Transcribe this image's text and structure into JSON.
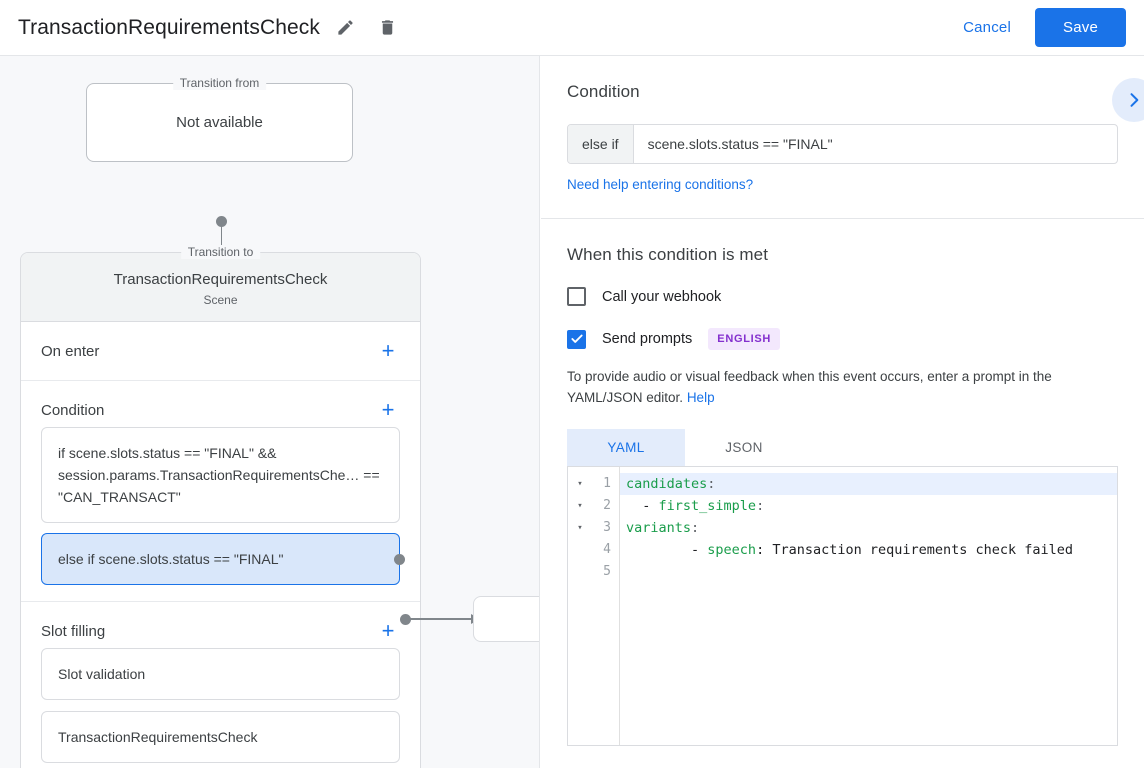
{
  "header": {
    "title": "TransactionRequirementsCheck",
    "edit_icon": "pencil-icon",
    "delete_icon": "trash-icon",
    "cancel_label": "Cancel",
    "save_label": "Save",
    "accent_color": "#1a73e8"
  },
  "canvas": {
    "transition_from": {
      "legend": "Transition from",
      "value": "Not available"
    },
    "transition_to": {
      "legend": "Transition to",
      "name": "TransactionRequirementsCheck",
      "type": "Scene"
    },
    "sections": [
      {
        "title": "On enter",
        "add_label": "+",
        "items": []
      },
      {
        "title": "Condition",
        "add_label": "+",
        "items": [
          {
            "text": "if scene.slots.status == \"FINAL\" && session.params.TransactionRequirementsChe… == \"CAN_TRANSACT\"",
            "selected": false
          },
          {
            "text": "else if scene.slots.status == \"FINAL\"",
            "selected": true
          }
        ]
      },
      {
        "title": "Slot filling",
        "add_label": "+",
        "items": [
          {
            "text": "Slot validation",
            "selected": false
          },
          {
            "text": "TransactionRequirementsCheck",
            "selected": false
          }
        ]
      }
    ]
  },
  "panel": {
    "condition": {
      "heading": "Condition",
      "expand_icon": "chevron-right-icon",
      "prefix": "else if",
      "expression": "scene.slots.status == \"FINAL\"",
      "help_link": "Need help entering conditions?"
    },
    "when_met": {
      "heading": "When this condition is met",
      "webhook": {
        "label": "Call your webhook",
        "checked": false
      },
      "send_prompts": {
        "label": "Send prompts",
        "checked": true,
        "language_badge": "ENGLISH",
        "badge_color": "#8430ce"
      },
      "description_text": "To provide audio or visual feedback when this event occurs, enter a prompt in the YAML/JSON editor.",
      "description_link": "Help",
      "editor_tabs": [
        {
          "label": "YAML",
          "active": true
        },
        {
          "label": "JSON",
          "active": false
        }
      ],
      "editor": {
        "lines": [
          {
            "num": "1",
            "fold": "▾",
            "indent": "",
            "key": "candidates",
            "sep": ":",
            "value": "",
            "highlighted": true
          },
          {
            "num": "2",
            "fold": "▾",
            "indent": "  - ",
            "key": "first_simple",
            "sep": ":",
            "value": "",
            "highlighted": false
          },
          {
            "num": "3",
            "fold": "▾",
            "indent": "      ",
            "key": "variants",
            "sep": ":",
            "value": "",
            "highlighted": false
          },
          {
            "num": "4",
            "fold": "",
            "indent": "        - ",
            "key": "speech",
            "sep": ":",
            "value": " Transaction requirements check failed",
            "highlighted": false
          },
          {
            "num": "5",
            "fold": "",
            "indent": "",
            "key": "",
            "sep": "",
            "value": "",
            "highlighted": false
          }
        ]
      }
    }
  }
}
